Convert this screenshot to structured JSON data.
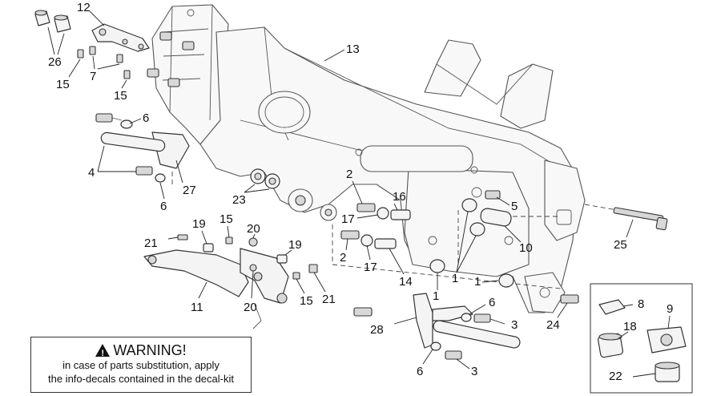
{
  "labels": {
    "l1a": "1",
    "l1b": "1",
    "l1c": "1",
    "l2a": "2",
    "l2b": "2",
    "l3a": "3",
    "l3b": "3",
    "l4": "4",
    "l5": "5",
    "l6a": "6",
    "l6b": "6",
    "l6c": "6",
    "l6d": "6",
    "l7": "7",
    "l8": "8",
    "l9": "9",
    "l10": "10",
    "l11": "11",
    "l12": "12",
    "l13": "13",
    "l14": "14",
    "l15a": "15",
    "l15b": "15",
    "l15c": "15",
    "l15d": "15",
    "l16": "16",
    "l17a": "17",
    "l17b": "17",
    "l18": "18",
    "l19a": "19",
    "l19b": "19",
    "l20a": "20",
    "l20b": "20",
    "l21a": "21",
    "l21b": "21",
    "l22": "22",
    "l23": "23",
    "l24": "24",
    "l25": "25",
    "l26": "26",
    "l27": "27",
    "l28": "28"
  },
  "warning": {
    "title": "WARNING!",
    "line1": "in case of parts substitution, apply",
    "line2": "the info-decals contained in the decal-kit"
  }
}
